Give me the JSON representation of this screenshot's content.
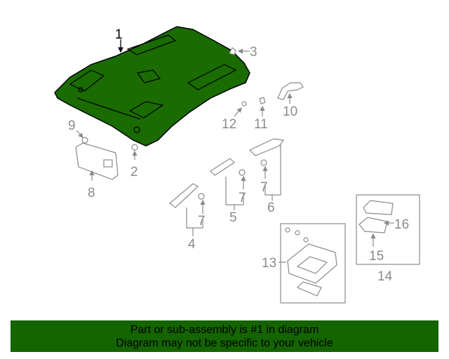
{
  "callouts": {
    "c1": "1",
    "c2": "2",
    "c3": "3",
    "c4": "4",
    "c5": "5",
    "c6": "6",
    "c7": "7",
    "c8": "8",
    "c9": "9",
    "c10": "10",
    "c11": "11",
    "c12": "12",
    "c13": "13",
    "c14": "14",
    "c15": "15",
    "c16": "16"
  },
  "colors": {
    "highlight": "#1a6b00",
    "banner": "#146400",
    "callout": "#8a8a8a"
  },
  "banner": {
    "line1": "Part or sub-assembly is #1 in diagram",
    "line2": "Diagram may not be specific to your vehicle"
  }
}
